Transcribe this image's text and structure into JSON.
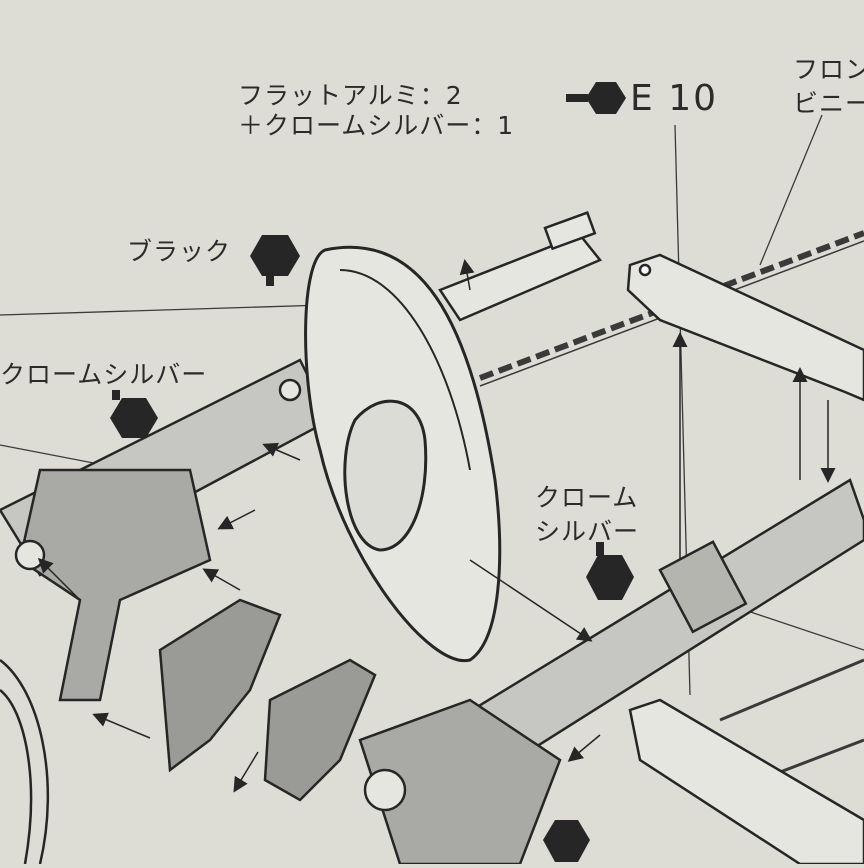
{
  "paint_callouts": {
    "line1": "フラットアルミ：2",
    "line2": "＋クロームシルバー：1",
    "code": "E 10"
  },
  "labels": {
    "front_top": "フロン",
    "front_bottom": "ビニー",
    "black": "ブラック",
    "chrome_silver_left": "クロームシルバー",
    "chrome_line1": "クローム",
    "chrome_line2": "シルバー"
  },
  "colors": {
    "paper": "#ddddd6",
    "ink": "#262626",
    "part_fill": "#c6c6c2",
    "part_dark": "#8c8c8a",
    "part_light": "#e6e6e1"
  },
  "icons": [
    "paint-swatch-icon",
    "arrow-icon"
  ]
}
